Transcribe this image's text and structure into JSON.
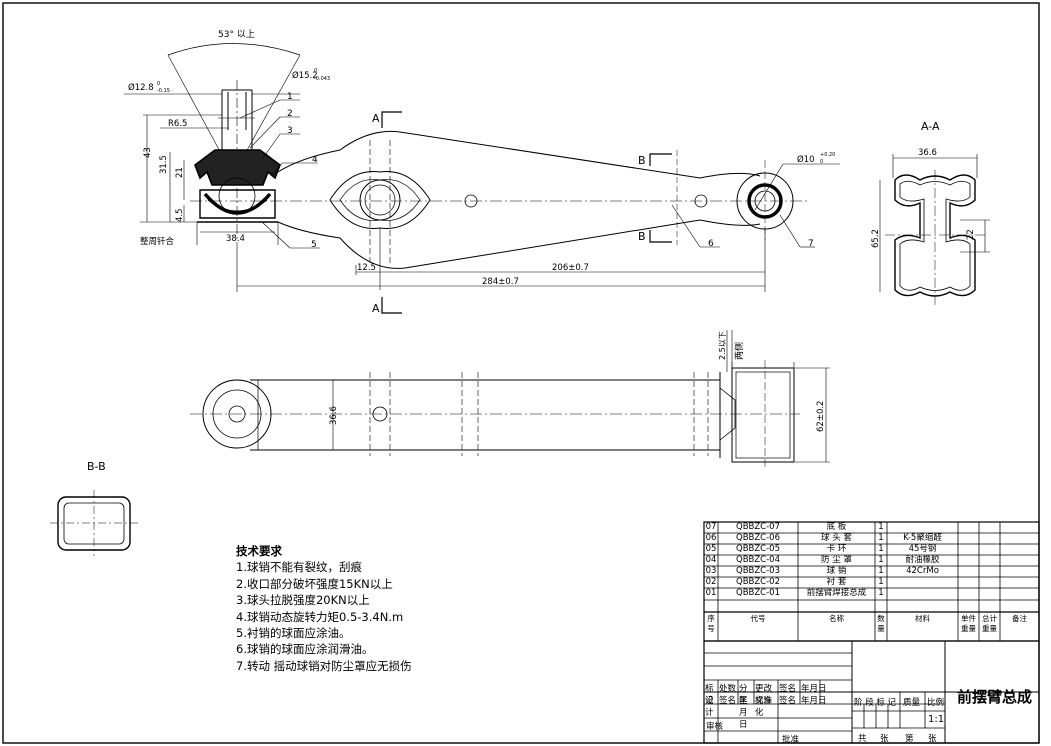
{
  "view_labels": {
    "section_aa": "A-A",
    "section_bb": "B-B",
    "cut_a": "A",
    "cut_b": "B"
  },
  "dimensions": {
    "angle": "53° 以上",
    "phi128": "Ø12.8",
    "phi128_tol": "-0.15",
    "phi128_tol_top": "0",
    "phi15": "Ø15.2",
    "phi15_tol_top": "0",
    "phi15_tol": "-0.043",
    "r65": "R6.5",
    "d43": "43",
    "d315": "31.5",
    "d21": "21",
    "d45": "4.5",
    "d384": "38.4",
    "weld": "整周钎合",
    "d125": "12.5",
    "d206": "206±0.7",
    "d284": "284±0.7",
    "phi10": "Ø10",
    "phi10_tol": "+0.20",
    "phi10_tol2": "0",
    "aa_366": "36.6",
    "aa_652": "65.2",
    "aa_22": "22",
    "top_366": "36.6",
    "top_62": "62±0.2",
    "top_25": "2.5以下",
    "top_both": "两侧"
  },
  "balloons": [
    "1",
    "2",
    "3",
    "4",
    "5",
    "6",
    "7"
  ],
  "tech_requirements": {
    "title": "技术要求",
    "items": [
      "1.球销不能有裂纹，刮痕",
      "2.收口部分破坏强度15KN以上",
      "3.球头拉脱强度20KN以上",
      "4.球销动态旋转力矩0.5-3.4N.m",
      "5.衬销的球面应涂油。",
      "6.球销的球面应涂润滑油。",
      "7.转动 摇动球销对防尘罩应无损伤"
    ]
  },
  "bom": {
    "rows": [
      {
        "no": "07",
        "code": "QBBZC-07",
        "name": "底  板",
        "qty": "1",
        "material": ""
      },
      {
        "no": "06",
        "code": "QBBZC-06",
        "name": "球  头  套",
        "qty": "1",
        "material": "K-5聚缩醛"
      },
      {
        "no": "05",
        "code": "QBBZC-05",
        "name": "卡  环",
        "qty": "1",
        "material": "45号钢"
      },
      {
        "no": "04",
        "code": "QBBZC-04",
        "name": "防  尘  罩",
        "qty": "1",
        "material": "耐油橡胶"
      },
      {
        "no": "03",
        "code": "QBBZC-03",
        "name": "球  销",
        "qty": "1",
        "material": "42CrMo"
      },
      {
        "no": "02",
        "code": "QBBZC-02",
        "name": "衬  套",
        "qty": "1",
        "material": ""
      },
      {
        "no": "01",
        "code": "QBBZC-01",
        "name": "前摆臂焊接总成",
        "qty": "1",
        "material": ""
      }
    ],
    "header": {
      "no": "序号",
      "code": "代号",
      "name": "名称",
      "qty": "数量",
      "material": "材料",
      "unit_weight": "单件重量",
      "total_weight": "总计重量",
      "remark": "备注"
    }
  },
  "title_block": {
    "row1": [
      "标记",
      "处数",
      "分 区",
      "更改文件",
      "签名",
      "年月日"
    ],
    "row2": [
      "设计",
      "签名",
      "年月日",
      "标准化",
      "签名",
      "年月日"
    ],
    "stage_labels": [
      "阶 段 标 记",
      "质量",
      "比例"
    ],
    "scale": "1:1",
    "review": "审核",
    "approve": "批准",
    "sheets": [
      "共",
      "张",
      "第",
      "张"
    ],
    "drawing_name": "前摆臂总成"
  }
}
